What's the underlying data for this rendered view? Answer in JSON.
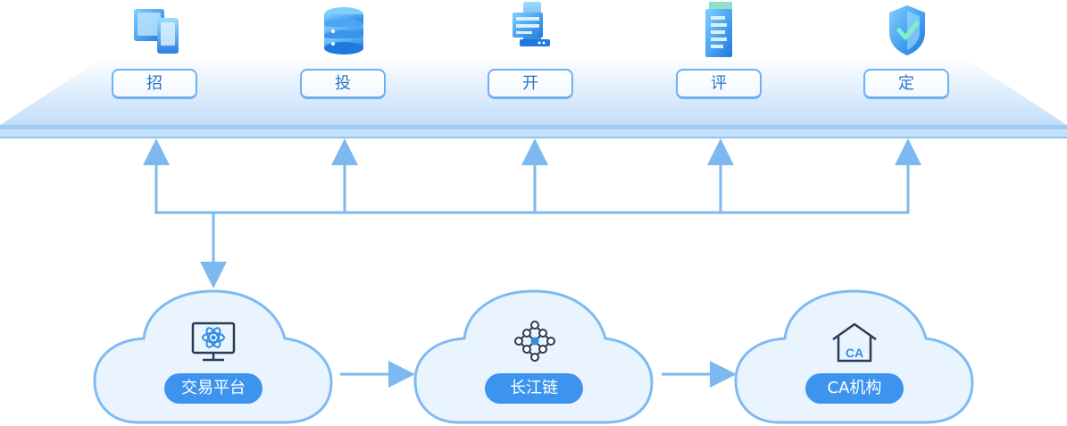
{
  "stages": [
    {
      "label": "招",
      "icon": "monitor-tablet-icon"
    },
    {
      "label": "投",
      "icon": "database-icon"
    },
    {
      "label": "开",
      "icon": "server-computer-icon"
    },
    {
      "label": "评",
      "icon": "document-stack-icon"
    },
    {
      "label": "定",
      "icon": "shield-check-icon"
    }
  ],
  "clouds": [
    {
      "label": "交易平台",
      "icon": "monitor-atom-icon"
    },
    {
      "label": "长江链",
      "icon": "blockchain-icon"
    },
    {
      "label": "CA机构",
      "icon": "ca-building-icon",
      "icon_text": "CA"
    }
  ],
  "colors": {
    "line": "#7db8f0",
    "platform_top": "#f9fcff",
    "platform_bottom": "#c6e0fb",
    "platform_edge": "#8ec4f4",
    "cloud_fill": "#eaf4fe",
    "cloud_stroke": "#7fbaf2",
    "label_blue": "#3d94ef",
    "icon_blue": "#2f8de8",
    "icon_dark": "#2d3a55"
  }
}
